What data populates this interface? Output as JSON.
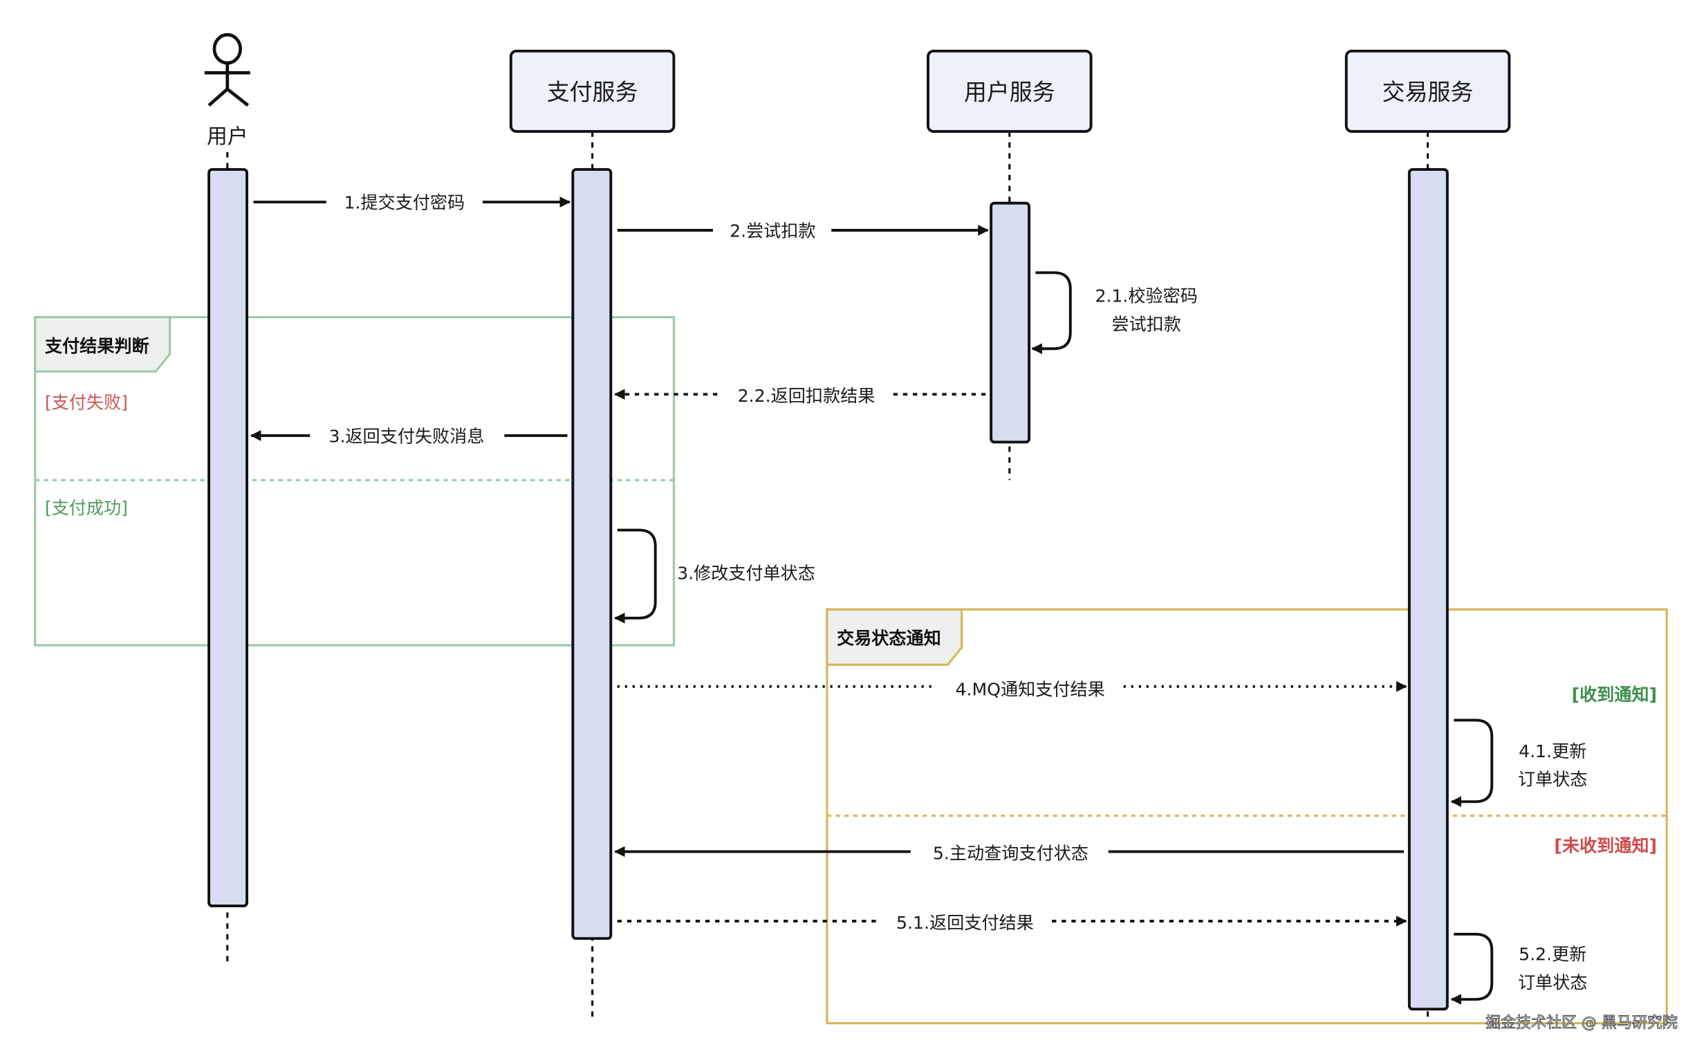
{
  "colors": {
    "participant_fill": "#eef1fa",
    "activation_fill": "#d7dcf0",
    "stroke": "#111111",
    "frame1_border": "#9cc9a6",
    "frame2_border": "#d4b65a",
    "frame_tab_fill": "#eef0f0",
    "guard_fail": "#cc5555",
    "guard_success": "#4f9a5e",
    "guard_received": "#3f8f4c",
    "guard_not_received": "#d24a4a"
  },
  "actor": {
    "label": "用户"
  },
  "participants": [
    {
      "id": "pay",
      "label": "支付服务"
    },
    {
      "id": "user",
      "label": "用户服务"
    },
    {
      "id": "trade",
      "label": "交易服务"
    }
  ],
  "messages": {
    "m1": "1.提交支付密码",
    "m2": "2.尝试扣款",
    "m21_line1": "2.1.校验密码",
    "m21_line2": "尝试扣款",
    "m22": "2.2.返回扣款结果",
    "m3a": "3.返回支付失败消息",
    "m3b": "3.修改支付单状态",
    "m4": "4.MQ通知支付结果",
    "m41_line1": "4.1.更新",
    "m41_line2": "订单状态",
    "m5": "5.主动查询支付状态",
    "m51": "5.1.返回支付结果",
    "m52_line1": "5.2.更新",
    "m52_line2": "订单状态"
  },
  "frames": {
    "result": {
      "title": "支付结果判断",
      "guard_fail": "[支付失败]",
      "guard_success": "[支付成功]"
    },
    "notify": {
      "title": "交易状态通知",
      "guard_received": "[收到通知]",
      "guard_not_received": "[未收到通知]"
    }
  },
  "watermark": "掘金技术社区 @ 黑马研究院"
}
